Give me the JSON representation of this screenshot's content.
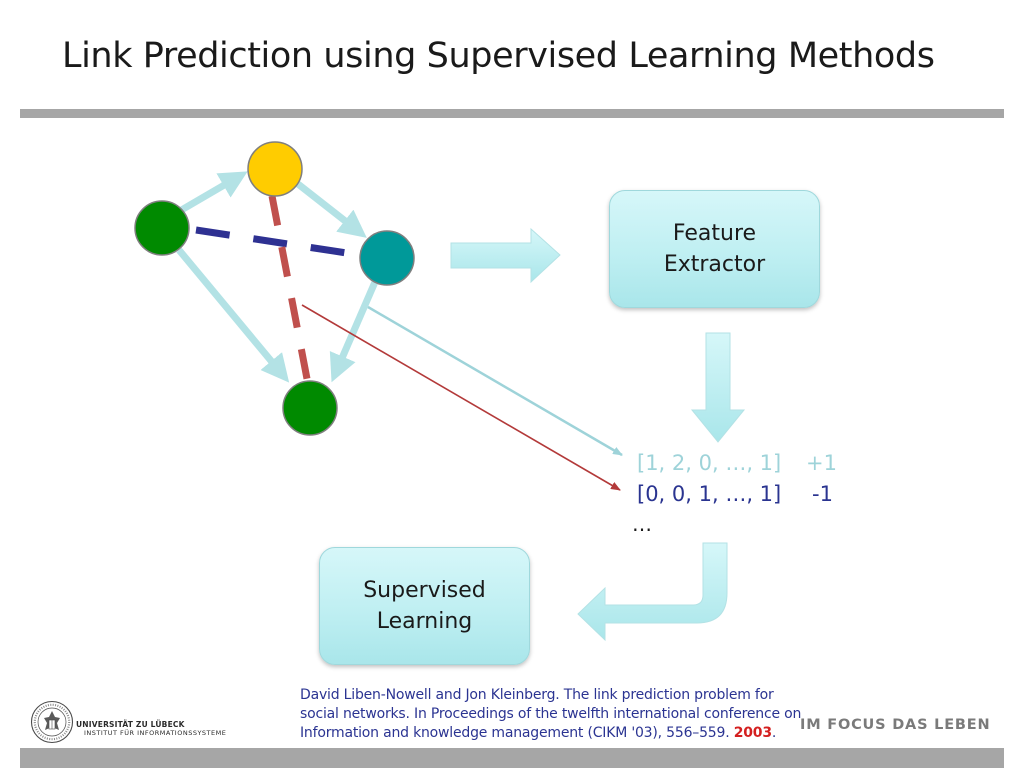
{
  "title": "Link Prediction using Supervised Learning Methods",
  "feature_extractor_label": "Feature\nExtractor",
  "supervised_learning_label": "Supervised\nLearning",
  "feature_vectors": [
    {
      "vector": "[1, 2, 0, …, 1]",
      "label": "+1"
    },
    {
      "vector": "[0, 0, 1, …, 1]",
      "label": "-1"
    }
  ],
  "ellipsis": "…",
  "citation": {
    "line1": "David Liben-Nowell and Jon Kleinberg. The link prediction problem for",
    "line2": "social networks. In Proceedings of the twelfth international conference on",
    "line3": "Information and knowledge management (CIKM '03), 556–559.",
    "year": "2003",
    "trailing": "."
  },
  "footer": {
    "university": "UNIVERSITÄT ZU LÜBECK",
    "institute": "INSTITUT FÜR INFORMATIONSSYSTEME",
    "slogan": "IM FOCUS DAS LEBEN"
  },
  "colors": {
    "node_green": "#008a00",
    "node_yellow": "#ffcc00",
    "node_teal": "#009999",
    "edge_light": "#b3e2e5",
    "dashed_blue": "#2e3192",
    "dashed_red": "#c0504d",
    "citation_blue": "#2b3492",
    "year_red": "#d42020"
  }
}
